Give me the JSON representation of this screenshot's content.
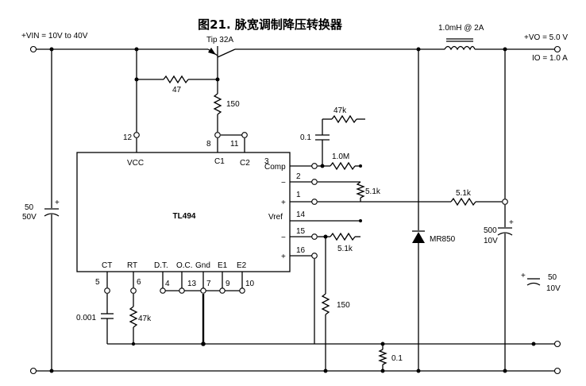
{
  "title": "图21. 脉宽调制降压转换器",
  "ic": {
    "name": "TL494"
  },
  "labels": {
    "vin": "+VIN = 10V to 40V",
    "vo": "+VO = 5.0 V",
    "io": "IO = 1.0 A",
    "inductor": "1.0mH @ 2A",
    "transistor": "Tip 32A",
    "r47": "47",
    "r150_top": "150",
    "r47k_fb": "47k",
    "c01": "0.1",
    "r1m": "1.0M",
    "r51k_a": "5.1k",
    "r51k_b": "5.1k",
    "r51k_c": "5.1k",
    "diode": "MR850",
    "c500": "500",
    "c500_v": "10V",
    "c50": "50",
    "c50_v": "10V",
    "cin": "50",
    "cin_v": "50V",
    "r150_bot": "150",
    "rsense": "0.1",
    "c0001": "0.001",
    "r47k_rt": "47k"
  },
  "pins": {
    "vcc": "VCC",
    "c1": "C1",
    "c2": "C2",
    "comp": "Comp",
    "vref": "Vref",
    "ct": "CT",
    "rt": "RT",
    "dt": "D.T.",
    "oc": "O.C.",
    "gnd": "Gnd",
    "e1": "E1",
    "e2": "E2",
    "minus": "−",
    "plus": "+"
  },
  "pin_numbers": {
    "p12": "12",
    "p8": "8",
    "p11": "11",
    "p3": "3",
    "p2": "2",
    "p1": "1",
    "p14": "14",
    "p15": "15",
    "p16": "16",
    "p5": "5",
    "p6": "6",
    "p4": "4",
    "p13": "13",
    "p7": "7",
    "p9": "9",
    "p10": "10"
  },
  "polarity": {
    "plus": "+"
  }
}
